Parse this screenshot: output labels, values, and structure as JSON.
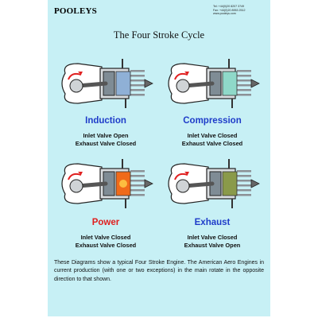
{
  "brand": "POOLEYS",
  "contact_lines": [
    "Tel: +44(0)20 8207 3749",
    "Fax: +44(0)20 8953 2512",
    "www.pooleys.com"
  ],
  "title": "The Four Stroke Cycle",
  "strokes": [
    {
      "name": "Induction",
      "color": "#1f3cc9",
      "valves": [
        "Inlet Valve Open",
        "Exhaust Valve Closed"
      ],
      "chamber_color": "#8fb0d6"
    },
    {
      "name": "Compression",
      "color": "#1f3cc9",
      "valves": [
        "Inlet Valve Closed",
        "Exhaust Valve Closed"
      ],
      "chamber_color": "#8fd9c9"
    },
    {
      "name": "Power",
      "color": "#e01e1e",
      "valves": [
        "Inlet Valve Closed",
        "Exhaust Valve Closed"
      ],
      "chamber_color": "#f06a1a"
    },
    {
      "name": "Exhaust",
      "color": "#1f3cc9",
      "valves": [
        "Inlet Valve Closed",
        "Exhaust Valve Open"
      ],
      "chamber_color": "#8a9a4a"
    }
  ],
  "description": "These Diagrams show a typical Four Stroke Engine. The American Aero Engines in current production (with one or two exceptions) in the main rotate in the opposite direction to that shown.",
  "colors": {
    "background": "#c7f0f5",
    "stroke_blue": "#1f3cc9",
    "stroke_red": "#e01e1e",
    "rotation_arrow": "#e02020"
  }
}
